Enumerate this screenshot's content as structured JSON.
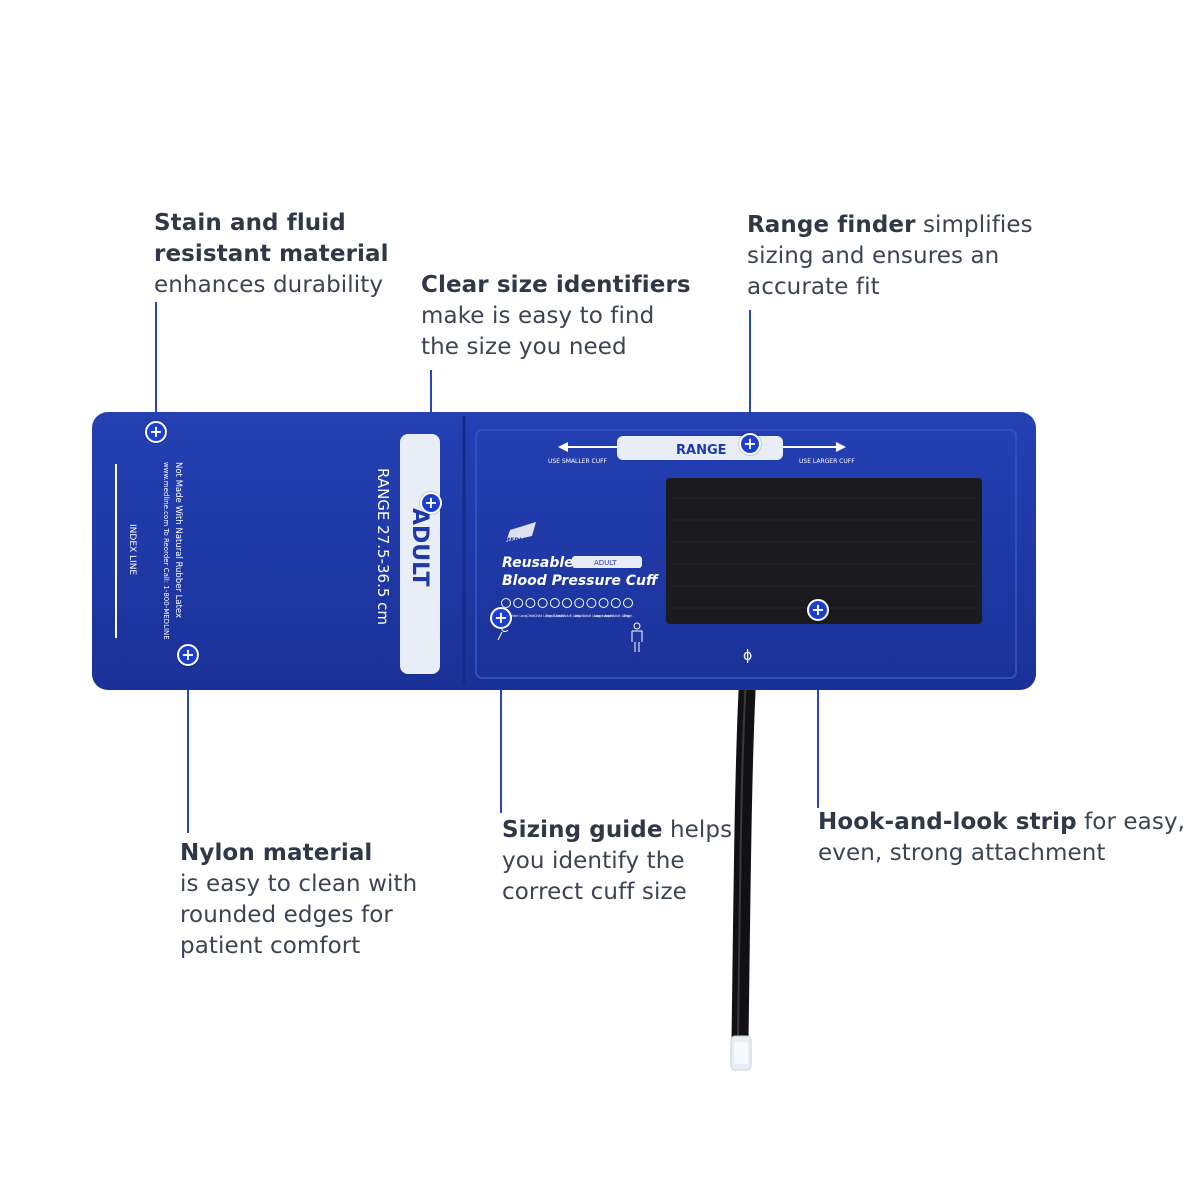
{
  "callouts": {
    "stain": {
      "title_lines": [
        "Stain and fluid",
        "resistant material"
      ],
      "body_lines": [
        "enhances durability"
      ]
    },
    "clear": {
      "title": "Clear size identifiers",
      "body_lines": [
        "make is easy to find",
        "the size you need"
      ]
    },
    "range": {
      "title": "Range finder",
      "first_rest": " simplifies",
      "body_lines": [
        "sizing and ensures an",
        "accurate fit"
      ]
    },
    "nylon": {
      "title": "Nylon material",
      "body_lines": [
        "is easy to clean with",
        "rounded edges for",
        "patient comfort"
      ]
    },
    "sizing": {
      "title": "Sizing guide",
      "first_rest": " helps",
      "body_lines": [
        "you identify the",
        "correct cuff size"
      ]
    },
    "hook": {
      "title": "Hook-and-look strip",
      "first_rest": " for easy,",
      "body_lines": [
        "even, strong attachment"
      ]
    }
  },
  "cuff": {
    "index_line": "INDEX LINE",
    "latex_text": "Not Made With Natural Rubber Latex",
    "reorder_text": "www.medline.com   To Reorder Call: 1-800-MEDLINE",
    "size_label": "ADULT",
    "range_text": "RANGE 27.5-36.5 cm",
    "range_finder_label": "RANGE",
    "use_smaller": "USE SMALLER CUFF",
    "use_larger": "USE LARGER CUFF",
    "brand": "MEDLINE",
    "product_line1": "Reusable",
    "product_badge": "ADULT",
    "product_line2": "Blood Pressure Cuff",
    "sizes": [
      "Infant",
      "Infant Long",
      "Child",
      "Child Long",
      "Small Adult",
      "Small Adult Long",
      "Adult",
      "Adult Long",
      "Large Adult",
      "Large Adult Long",
      "Thigh"
    ],
    "artery_symbol": "ϕ"
  },
  "colors": {
    "cuff_blue": "#1f3aa5",
    "hotspot_blue": "#1d3fd0",
    "velcro": "#1b1b1f",
    "text_dark": "#2e3846"
  },
  "icons": [
    "plus-hotspot-icon",
    "medline-logo",
    "arrow-left-icon",
    "arrow-right-icon",
    "infant-figure-icon",
    "adult-figure-icon"
  ]
}
